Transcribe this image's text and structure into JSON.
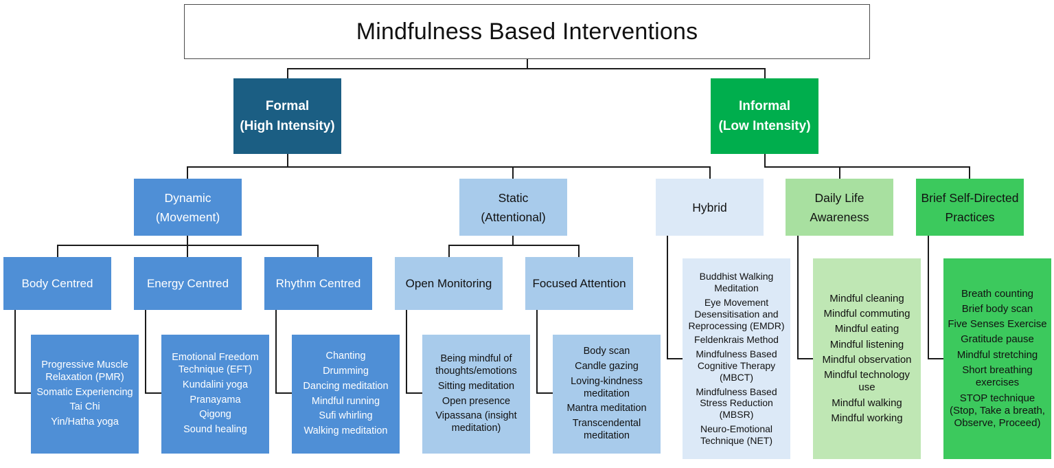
{
  "diagram": {
    "root": {
      "title": "Mindfulness Based Interventions"
    },
    "level2": [
      {
        "key": "formal",
        "line1": "Formal",
        "line2": "(High Intensity)",
        "color": "#1b5e83"
      },
      {
        "key": "informal",
        "line1": "Informal",
        "line2": "(Low Intensity)",
        "color": "#00ae4d"
      }
    ],
    "level3": [
      {
        "key": "dynamic",
        "line1": "Dynamic",
        "line2": "(Movement)",
        "color": "#4f8fd6"
      },
      {
        "key": "static",
        "line1": "Static",
        "line2": "(Attentional)",
        "color": "#a8cbeb"
      },
      {
        "key": "hybrid",
        "line1": "Hybrid",
        "line2": "",
        "color": "#dce9f7"
      },
      {
        "key": "daily",
        "line1": "Daily Life",
        "line2": "Awareness",
        "color": "#a8e0a0"
      },
      {
        "key": "brief",
        "line1": "Brief Self-Directed",
        "line2": "Practices",
        "color": "#3cc95d"
      }
    ],
    "level4": [
      {
        "key": "body-centred",
        "label": "Body Centred",
        "color": "#4f8fd6"
      },
      {
        "key": "energy-centred",
        "label": "Energy Centred",
        "color": "#4f8fd6"
      },
      {
        "key": "rhythm-centred",
        "label": "Rhythm Centred",
        "color": "#4f8fd6"
      },
      {
        "key": "open-monitoring",
        "label": "Open Monitoring",
        "color": "#a8cbeb"
      },
      {
        "key": "focused-attention",
        "label": "Focused Attention",
        "color": "#a8cbeb"
      }
    ],
    "leaves": {
      "body_centred": [
        "Progressive Muscle Relaxation (PMR)",
        "Somatic Experiencing",
        "Tai Chi",
        "Yin/Hatha yoga"
      ],
      "energy_centred": [
        "Emotional Freedom Technique (EFT)",
        "Kundalini yoga",
        "Pranayama",
        "Qigong",
        "Sound healing"
      ],
      "rhythm_centred": [
        "Chanting",
        "Drumming",
        "Dancing meditation",
        "Mindful running",
        "Sufi whirling",
        "Walking meditation"
      ],
      "open_monitoring": [
        "Being mindful of thoughts/emotions",
        "Sitting meditation",
        "Open presence",
        "Vipassana (insight meditation)"
      ],
      "focused_attention": [
        "Body scan",
        "Candle gazing",
        "Loving-kindness meditation",
        "Mantra meditation",
        "Transcendental meditation"
      ],
      "hybrid": [
        "Buddhist Walking Meditation",
        "Eye Movement Desensitisation and Reprocessing (EMDR)",
        "Feldenkrais Method",
        "Mindfulness Based Cognitive Therapy (MBCT)",
        "Mindfulness Based Stress Reduction (MBSR)",
        "Neuro-Emotional Technique (NET)"
      ],
      "daily_life_awareness": [
        "Mindful cleaning",
        "Mindful commuting",
        "Mindful eating",
        "Mindful listening",
        "Mindful observation",
        "Mindful technology use",
        "Mindful walking",
        "Mindful working"
      ],
      "brief_self_directed": [
        "Breath counting",
        "Brief body scan",
        "Five Senses Exercise",
        "Gratitude pause",
        "Mindful stretching",
        "Short breathing exercises",
        "STOP technique (Stop, Take a breath, Observe, Proceed)"
      ]
    }
  }
}
